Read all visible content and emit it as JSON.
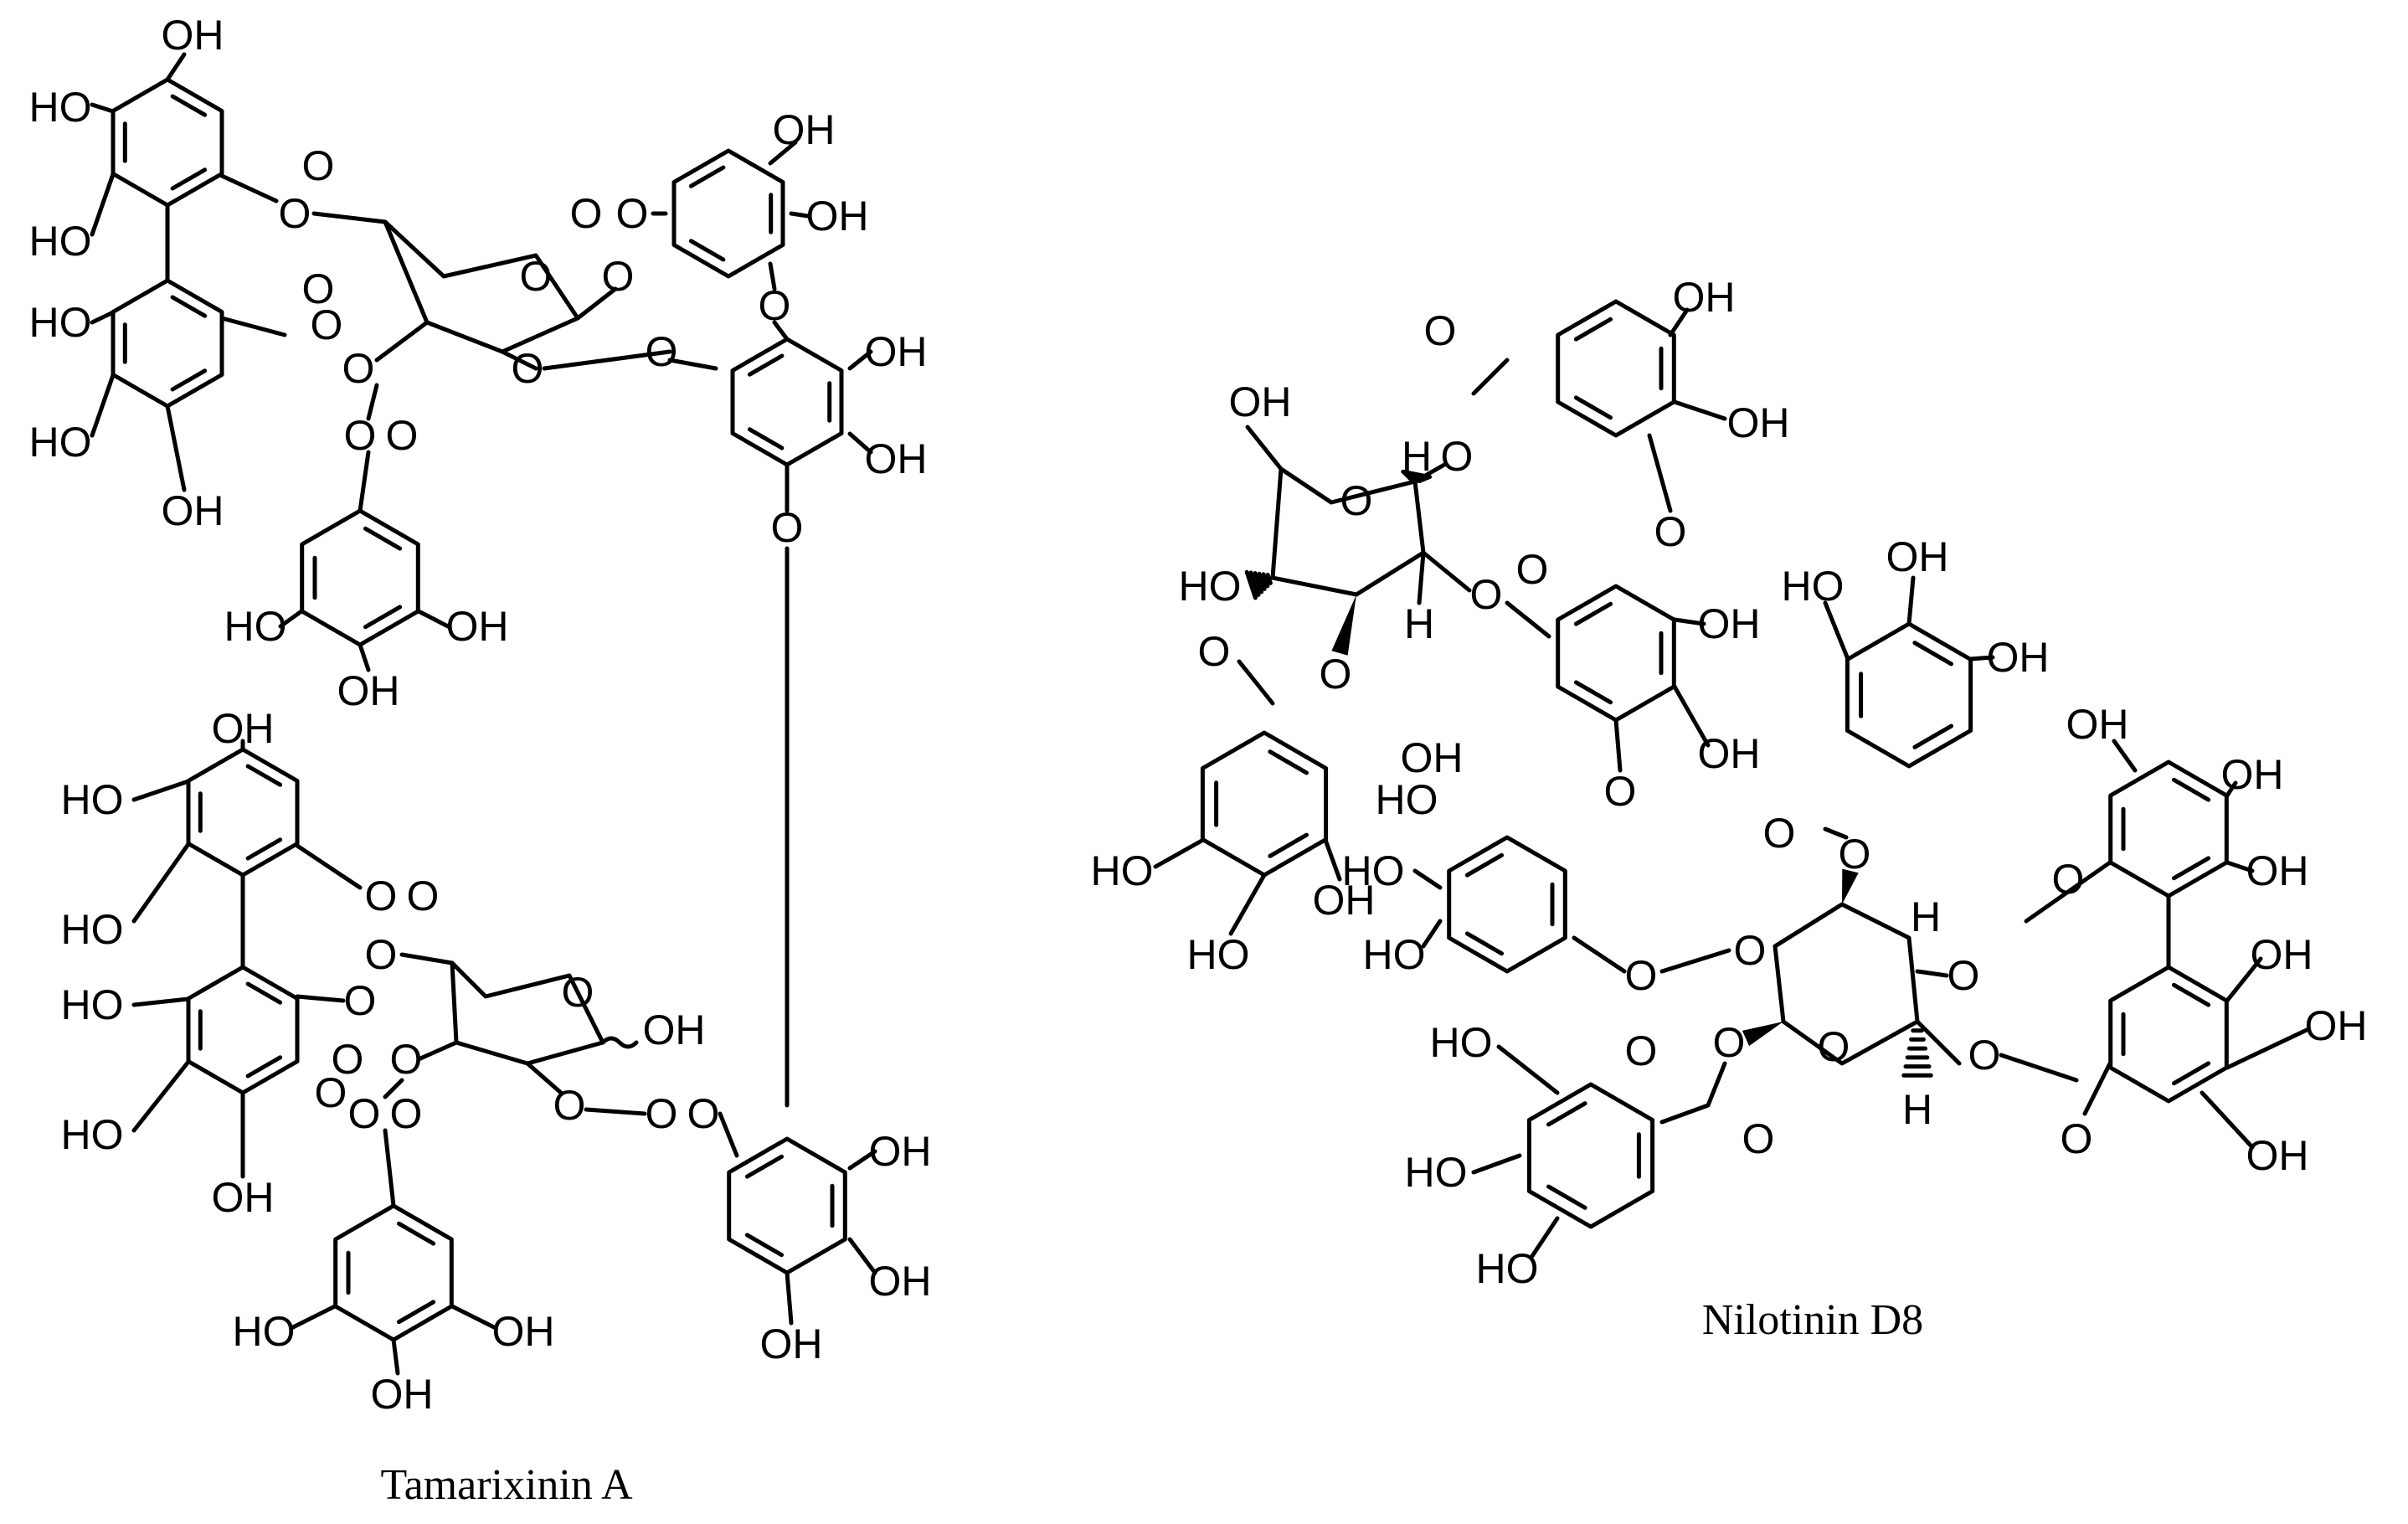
{
  "compounds": [
    {
      "name": "Tamarixinin A"
    },
    {
      "name": "Nilotinin D8"
    }
  ],
  "atoms": {
    "hydroxyl": "OH",
    "hydroxyl_left": "HO",
    "ester": "O",
    "hydrogen": "H"
  },
  "colors": {
    "ink": "#000000",
    "background": "#ffffff"
  }
}
